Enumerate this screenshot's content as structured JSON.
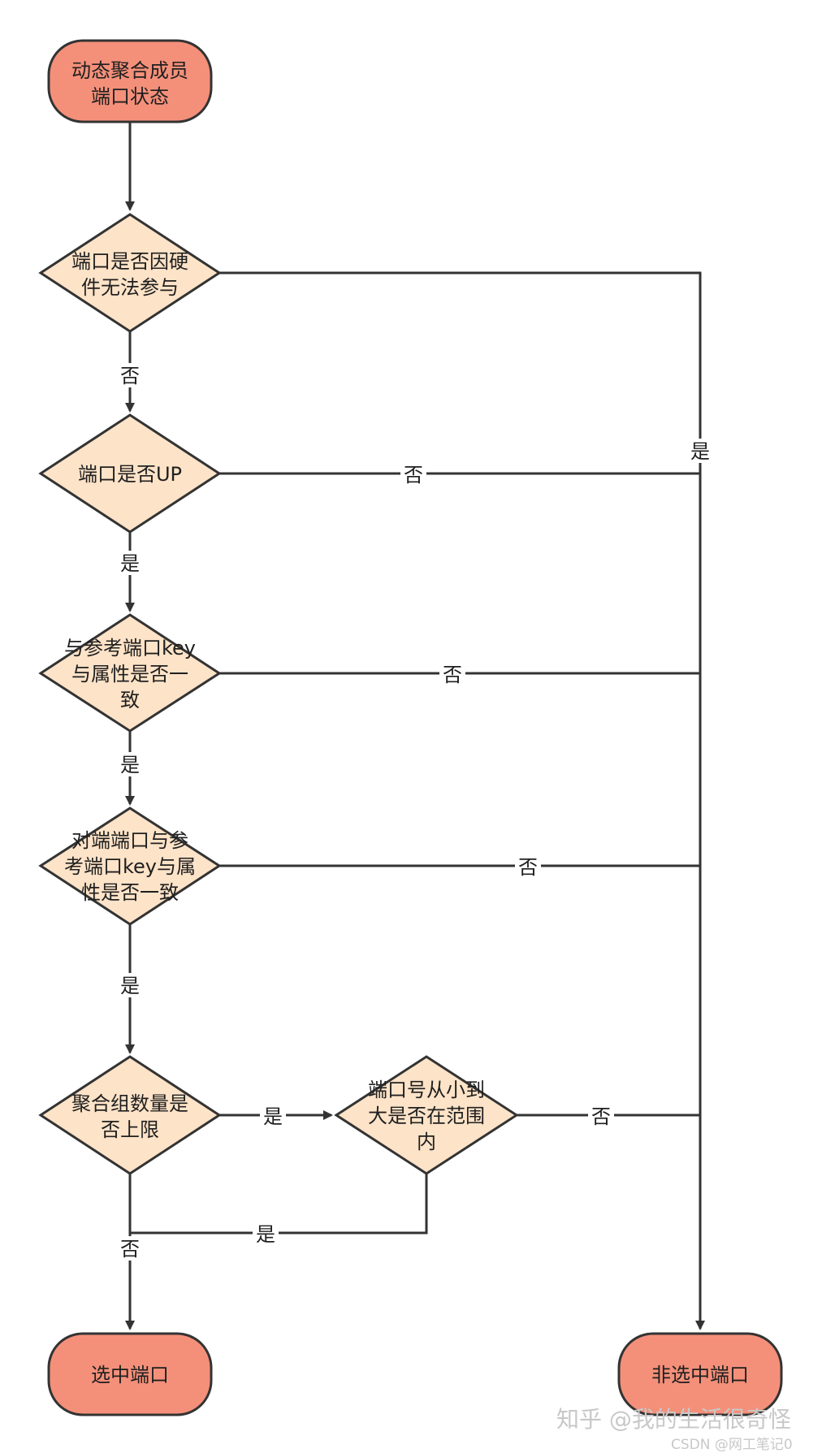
{
  "nodes": {
    "start": {
      "lines": [
        "动态聚合成员",
        "端口状态"
      ],
      "fill": "#f4907a"
    },
    "d_hw": {
      "lines": [
        "端口是否因硬",
        "件无法参与"
      ],
      "fill": "#fde3c8"
    },
    "d_up": {
      "lines": [
        "端口是否UP"
      ],
      "fill": "#fde3c8"
    },
    "d_key": {
      "lines": [
        "与参考端口key",
        "与属性是否一",
        "致"
      ],
      "fill": "#fde3c8"
    },
    "d_peer": {
      "lines": [
        "对端端口与参",
        "考端口key与属",
        "性是否一致"
      ],
      "fill": "#fde3c8"
    },
    "d_limit": {
      "lines": [
        "聚合组数量是",
        "否上限"
      ],
      "fill": "#fde3c8"
    },
    "d_range": {
      "lines": [
        "端口号从小到",
        "大是否在范围",
        "内"
      ],
      "fill": "#fde3c8"
    },
    "selected": {
      "lines": [
        "选中端口"
      ],
      "fill": "#f4907a"
    },
    "unselected": {
      "lines": [
        "非选中端口"
      ],
      "fill": "#f4907a"
    }
  },
  "edge_labels": {
    "hw_no": "否",
    "hw_yes": "是",
    "up_no": "否",
    "up_yes": "是",
    "key_no": "否",
    "key_yes": "是",
    "peer_no": "否",
    "peer_yes": "是",
    "limit_yes": "是",
    "limit_no": "否",
    "range_no": "否",
    "range_yes": "是"
  },
  "watermark": {
    "main": "知乎 @我的生活很奇怪",
    "sub": "CSDN @网工笔记0"
  },
  "colors": {
    "stroke": "#333333",
    "terminal_fill": "#f4907a",
    "decision_fill": "#fde3c8"
  }
}
